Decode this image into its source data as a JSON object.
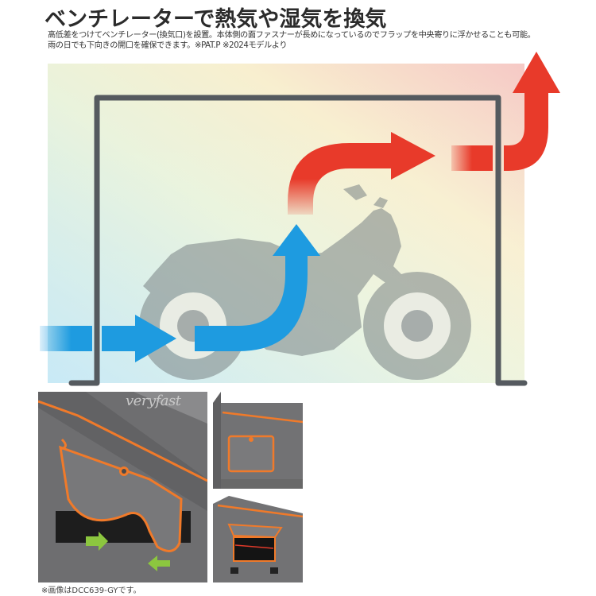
{
  "headline": "ベンチレーターで熱気や湿気を換気",
  "description": {
    "line1": "高低差をつけてベンチレーター(換気口)を設置。本体側の面ファスナーが長めになっているのでフラップを中央寄りに浮かせることも可能。",
    "line2": "雨の日でも下向きの開口を確保できます。※PAT.P ※2024モデルより"
  },
  "watermark": "veryfast",
  "caption": "※画像はDCC639-GYです。",
  "colors": {
    "inflow_arrow": "#1e9be0",
    "outflow_arrow": "#e83a2a",
    "frame": "#555a5f",
    "fabric": "#6e6e70",
    "trim": "#f07a2a",
    "velcro_arrow": "#8cc63f"
  },
  "icons": {
    "motorcycle": "motorcycle-silhouette",
    "inflow": "blue-arrow",
    "outflow": "red-arrow",
    "velcro": "green-arrow"
  }
}
